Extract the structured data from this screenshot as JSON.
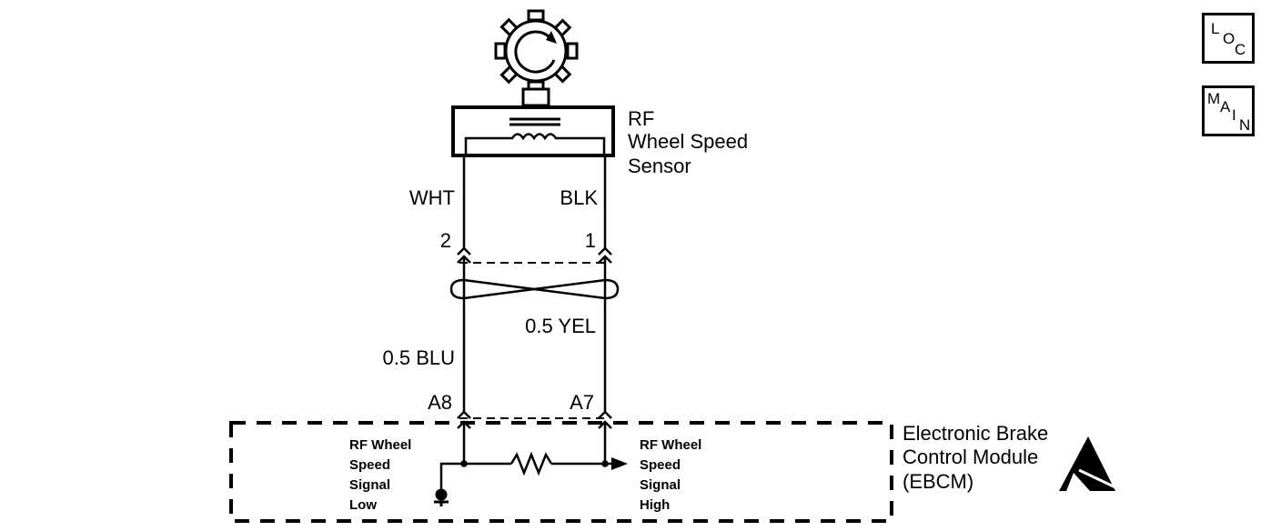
{
  "diagram": {
    "title": "RF Wheel Speed Sensor Circuit",
    "sensor": {
      "label_lines": [
        "RF",
        "Wheel Speed",
        "Sensor"
      ]
    },
    "wires": [
      {
        "sensor_color": "WHT",
        "sensor_pin": "2",
        "harness_label": "0.5 BLU",
        "module_pin": "A8"
      },
      {
        "sensor_color": "BLK",
        "sensor_pin": "1",
        "harness_label": "0.5 YEL",
        "module_pin": "A7"
      }
    ],
    "module": {
      "label_lines": [
        "Electronic Brake",
        "Control Module",
        "(EBCM)"
      ],
      "signal_low": [
        "RF Wheel",
        "Speed",
        "Signal",
        "Low"
      ],
      "signal_high": [
        "RF Wheel",
        "Speed",
        "Signal",
        "High"
      ],
      "esd_warning_icon": "esd-sensitive-icon"
    }
  },
  "nav": {
    "loc": {
      "label": "LOC",
      "letters": [
        "L",
        "O",
        "C"
      ]
    },
    "main": {
      "label": "MAIN",
      "letters": [
        "M",
        "A",
        "I",
        "N"
      ]
    }
  }
}
